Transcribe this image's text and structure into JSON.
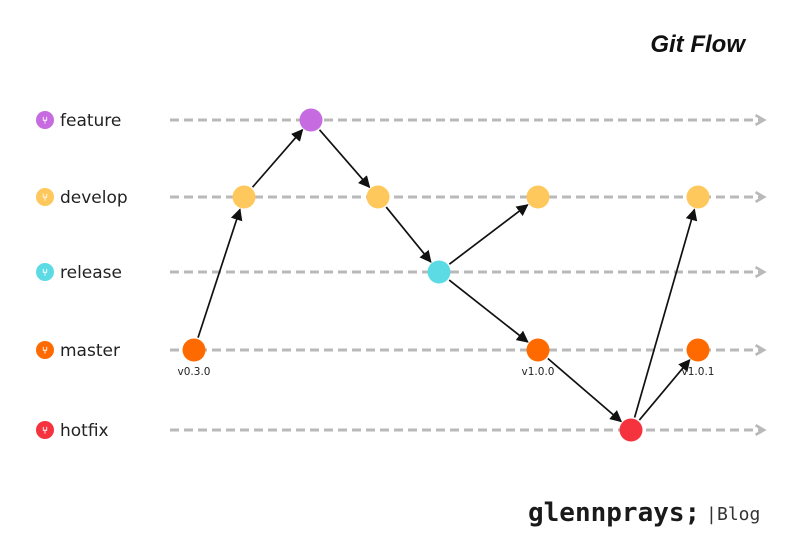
{
  "title": "Git Flow",
  "branches": [
    {
      "id": "feature",
      "label": "feature",
      "icon": "git-branch-icon",
      "color": "#c76be0"
    },
    {
      "id": "develop",
      "label": "develop",
      "icon": "git-branch-icon",
      "color": "#ffc85c"
    },
    {
      "id": "release",
      "label": "release",
      "icon": "git-branch-icon",
      "color": "#5ddbe5"
    },
    {
      "id": "master",
      "label": "master",
      "icon": "git-branch-icon",
      "color": "#ff6a00"
    },
    {
      "id": "hotfix",
      "label": "hotfix",
      "icon": "git-branch-icon",
      "color": "#f5333f"
    }
  ],
  "commits": [
    {
      "id": "c1",
      "branch": "master",
      "tag": "v0.3.0"
    },
    {
      "id": "c2",
      "branch": "develop",
      "tag": ""
    },
    {
      "id": "c3",
      "branch": "feature",
      "tag": ""
    },
    {
      "id": "c4",
      "branch": "develop",
      "tag": ""
    },
    {
      "id": "c5",
      "branch": "release",
      "tag": ""
    },
    {
      "id": "c6",
      "branch": "develop",
      "tag": ""
    },
    {
      "id": "c7",
      "branch": "master",
      "tag": "v1.0.0"
    },
    {
      "id": "c8",
      "branch": "hotfix",
      "tag": ""
    },
    {
      "id": "c9",
      "branch": "develop",
      "tag": ""
    },
    {
      "id": "c10",
      "branch": "master",
      "tag": "v1.0.1"
    }
  ],
  "edges": [
    {
      "from": "c1",
      "to": "c2"
    },
    {
      "from": "c2",
      "to": "c3"
    },
    {
      "from": "c3",
      "to": "c4"
    },
    {
      "from": "c4",
      "to": "c5"
    },
    {
      "from": "c5",
      "to": "c6"
    },
    {
      "from": "c5",
      "to": "c7"
    },
    {
      "from": "c7",
      "to": "c8"
    },
    {
      "from": "c8",
      "to": "c9"
    },
    {
      "from": "c8",
      "to": "c10"
    }
  ],
  "brand": {
    "name": "glennprays;",
    "divider": "|",
    "suffix": "Blog"
  },
  "colors": {
    "lane": "#b9b9b9",
    "edge": "#111111"
  }
}
